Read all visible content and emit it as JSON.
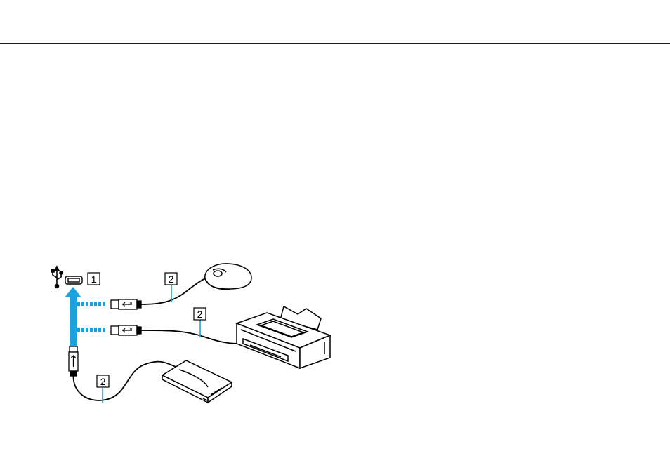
{
  "illustration": {
    "callouts": {
      "usb_port": "1",
      "mouse_cable": "2",
      "printer_cable": "2",
      "drive_cable": "2"
    },
    "colors": {
      "arrow": "#1aa3dc",
      "line": "#000000",
      "device_fill": "#ffffff"
    }
  }
}
